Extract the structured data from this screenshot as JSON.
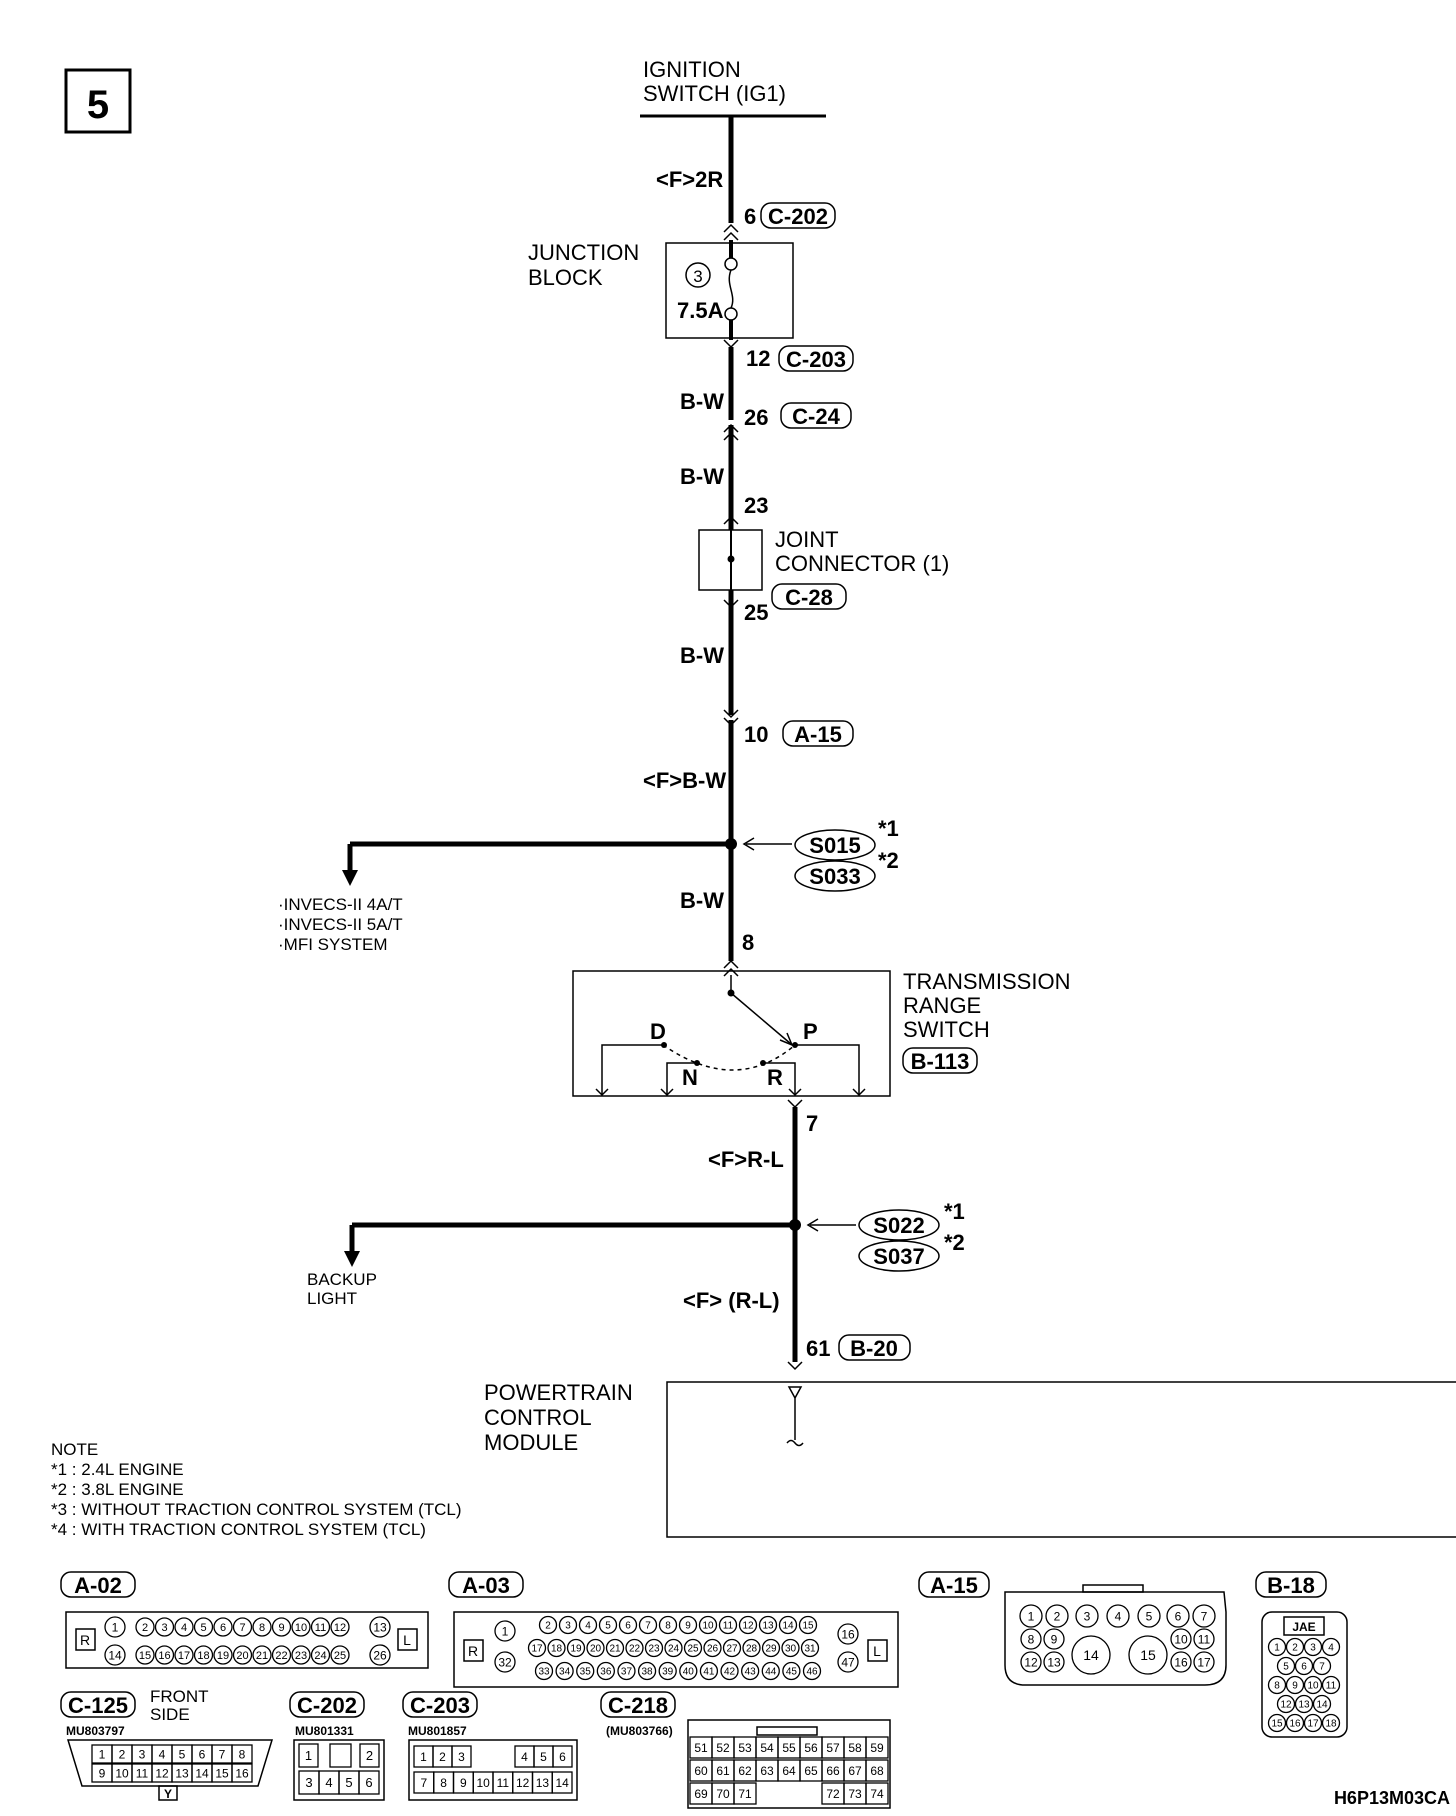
{
  "page_number": "5",
  "ignition": {
    "line1": "IGNITION",
    "line2": "SWITCH (IG1)"
  },
  "wire_f2r": "<F>2R",
  "c202": {
    "pin": "6",
    "name": "C-202"
  },
  "junction_block": {
    "line1": "JUNCTION",
    "line2": "BLOCK",
    "fuse_number": "3",
    "fuse_rating": "7.5A"
  },
  "c203": {
    "pin": "12",
    "name": "C-203"
  },
  "wire_bw": "B-W",
  "c24": {
    "pin": "26",
    "name": "C-24"
  },
  "pin_23": "23",
  "joint_connector": {
    "line1": "JOINT",
    "line2": "CONNECTOR (1)"
  },
  "c28": {
    "pin": "25",
    "name": "C-28"
  },
  "a15": {
    "pin": "10",
    "name": "A-15"
  },
  "wire_fbw": "<F>B-W",
  "splice1": {
    "a": "S015",
    "a_mark": "*1",
    "b": "S033",
    "b_mark": "*2"
  },
  "branch1": [
    "·INVECS-II 4A/T",
    "·INVECS-II 5A/T",
    "·MFI SYSTEM"
  ],
  "pin_8": "8",
  "trs": {
    "line1": "TRANSMISSION",
    "line2": "RANGE",
    "line3": "SWITCH",
    "name": "B-113",
    "pos_d": "D",
    "pos_p": "P",
    "pos_n": "N",
    "pos_r": "R"
  },
  "pin_7": "7",
  "wire_frl": "<F>R-L",
  "splice2": {
    "a": "S022",
    "a_mark": "*1",
    "b": "S037",
    "b_mark": "*2"
  },
  "branch2": {
    "line1": "BACKUP",
    "line2": "LIGHT"
  },
  "wire_frl2": "<F> (R-L)",
  "b20": {
    "pin": "61",
    "name": "B-20"
  },
  "pcm": {
    "line1": "POWERTRAIN",
    "line2": "CONTROL",
    "line3": "MODULE"
  },
  "note": {
    "title": "NOTE",
    "items": [
      "*1 : 2.4L ENGINE",
      "*2 : 3.8L ENGINE",
      "*3 : WITHOUT TRACTION CONTROL SYSTEM (TCL)",
      "*4 : WITH TRACTION CONTROL SYSTEM (TCL)"
    ]
  },
  "connectors": {
    "a02": {
      "name": "A-02",
      "row1": [
        "1",
        "2",
        "3",
        "4",
        "5",
        "6",
        "7",
        "8",
        "9",
        "10",
        "11",
        "12",
        "13"
      ],
      "row2": [
        "14",
        "15",
        "16",
        "17",
        "18",
        "19",
        "20",
        "21",
        "22",
        "23",
        "24",
        "25",
        "26"
      ],
      "left": "R",
      "right": "L"
    },
    "a03": {
      "name": "A-03",
      "row1_first": "1",
      "row1": [
        "2",
        "3",
        "4",
        "5",
        "6",
        "7",
        "8",
        "9",
        "10",
        "11",
        "12",
        "13",
        "14",
        "15"
      ],
      "row1_last": "16",
      "row2_first": "32",
      "row2": [
        "17",
        "18",
        "19",
        "20",
        "21",
        "22",
        "23",
        "24",
        "25",
        "26",
        "27",
        "28",
        "29",
        "30",
        "31"
      ],
      "row2_last": "47",
      "row3": [
        "33",
        "34",
        "35",
        "36",
        "37",
        "38",
        "39",
        "40",
        "41",
        "42",
        "43",
        "44",
        "45",
        "46"
      ],
      "left": "R",
      "right": "L"
    },
    "a15": {
      "name": "A-15",
      "row1": [
        "1",
        "2",
        "3",
        "4",
        "5",
        "6",
        "7"
      ],
      "row2a": [
        "8",
        "9"
      ],
      "row2b": [
        "10",
        "11"
      ],
      "row3a": [
        "12",
        "13"
      ],
      "big1": "14",
      "big2": "15",
      "row3b": [
        "16",
        "17"
      ]
    },
    "b18": {
      "name": "B-18",
      "tag": "JAE",
      "rows": [
        [
          "1",
          "2",
          "3",
          "4"
        ],
        [
          "5",
          "6",
          "7"
        ],
        [
          "8",
          "9",
          "10",
          "11"
        ],
        [
          "12",
          "13",
          "14"
        ],
        [
          "15",
          "16",
          "17",
          "18"
        ]
      ]
    },
    "c125": {
      "name": "C-125",
      "part": "MU803797",
      "side1": "FRONT",
      "side2": "SIDE",
      "row1": [
        "1",
        "2",
        "3",
        "4",
        "5",
        "6",
        "7",
        "8"
      ],
      "row2": [
        "9",
        "10",
        "11",
        "12",
        "13",
        "14",
        "15",
        "16"
      ],
      "key": "Y"
    },
    "c202": {
      "name": "C-202",
      "part": "MU801331",
      "row1": [
        "1",
        "2"
      ],
      "row2": [
        "3",
        "4",
        "5",
        "6"
      ]
    },
    "c203": {
      "name": "C-203",
      "part": "MU801857",
      "row1": [
        "1",
        "2",
        "3",
        "4",
        "5",
        "6"
      ],
      "row2": [
        "7",
        "8",
        "9",
        "10",
        "11",
        "12",
        "13",
        "14"
      ]
    },
    "c218": {
      "name": "C-218",
      "part": "(MU803766)",
      "row1": [
        "51",
        "52",
        "53",
        "54",
        "55",
        "56",
        "57",
        "58",
        "59"
      ],
      "row2": [
        "60",
        "61",
        "62",
        "63",
        "64",
        "65",
        "66",
        "67",
        "68"
      ],
      "row3": [
        "69",
        "70",
        "71",
        "72",
        "73",
        "74"
      ]
    }
  },
  "figure_code": "H6P13M03CA"
}
